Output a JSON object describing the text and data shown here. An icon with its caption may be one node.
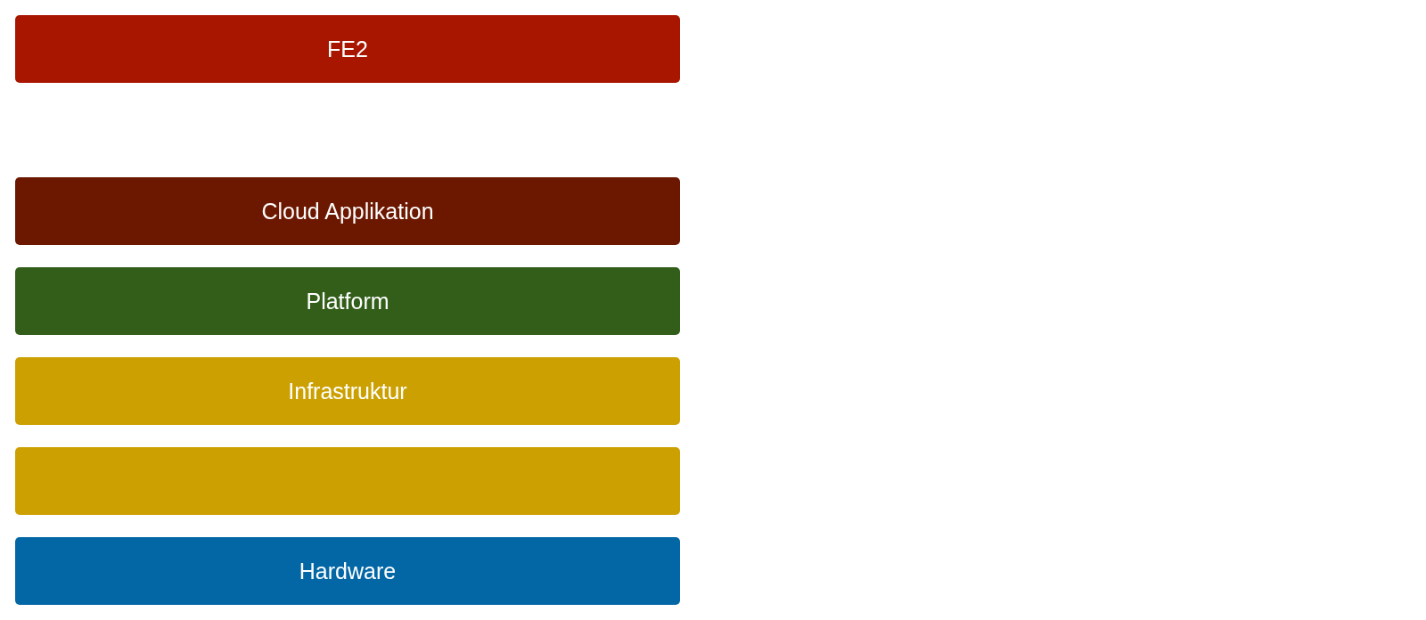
{
  "diagram": {
    "nodes": [
      {
        "text": [
          "FE2"
        ]
      },
      {
        "text": [
          "Cloud Applikation"
        ]
      },
      {
        "text": [
          "Platform"
        ]
      },
      {
        "text": [
          "Infrastruktur"
        ]
      },
      {
        "text": [],
        "shape": "bar"
      },
      {
        "text": [
          "Hardware"
        ]
      }
    ]
  }
}
